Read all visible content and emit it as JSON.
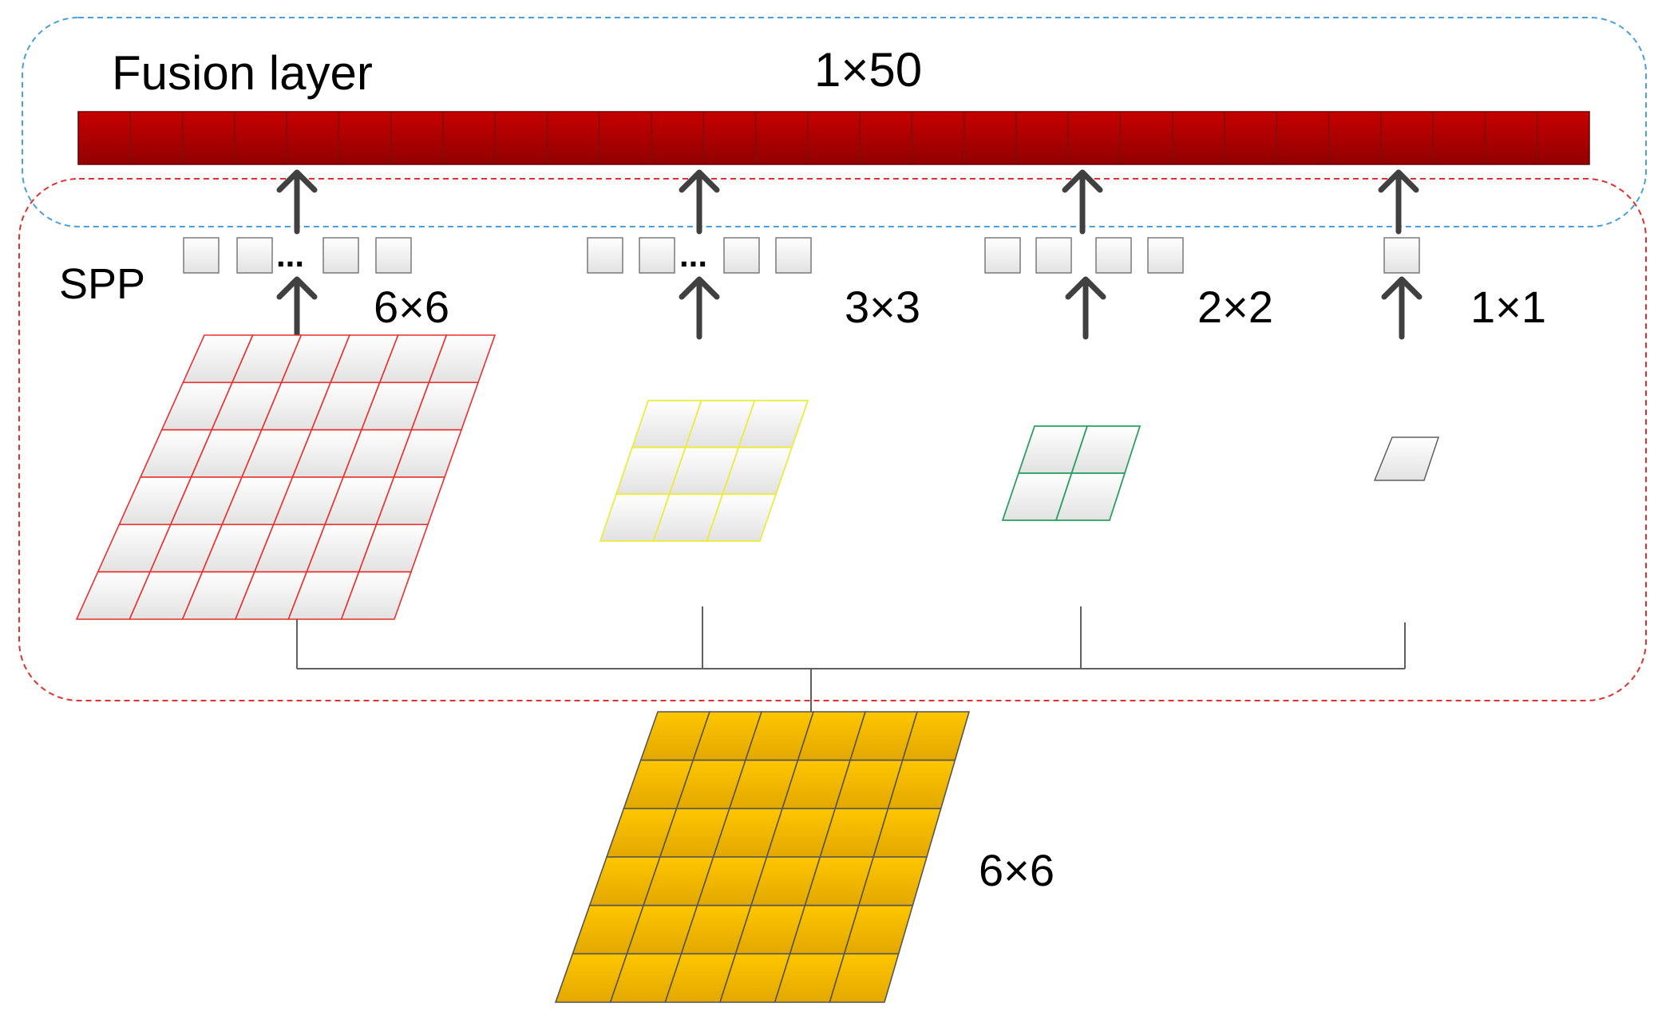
{
  "labels": {
    "fusion_title": "Fusion layer",
    "fusion_size": "1×50",
    "spp_title": "SPP",
    "pool_6": "6×6",
    "pool_3": "3×3",
    "pool_2": "2×2",
    "pool_1": "1×1",
    "input_size": "6×6",
    "ellipsis": "..."
  },
  "fusion_layer": {
    "cell_count": 29,
    "color": "#b00000"
  },
  "pooling_levels": [
    {
      "name": "6x6",
      "grid": 6,
      "color": "#e83030",
      "fill": "#f0f0f0",
      "outputs": 4,
      "has_ellipsis": true
    },
    {
      "name": "3x3",
      "grid": 3,
      "color": "#ecec40",
      "fill": "#f0f0f0",
      "outputs": 4,
      "has_ellipsis": true
    },
    {
      "name": "2x2",
      "grid": 2,
      "color": "#2aa060",
      "fill": "#f0f0f0",
      "outputs": 4,
      "has_ellipsis": false
    },
    {
      "name": "1x1",
      "grid": 1,
      "color": "#606060",
      "fill": "#f0f0f0",
      "outputs": 1,
      "has_ellipsis": false
    }
  ],
  "input_map": {
    "grid": 6,
    "color": "#f3b400",
    "line_color": "#555555"
  },
  "colors": {
    "fusion_border": "#4aa0d8",
    "spp_border": "#e03030",
    "arrow": "#404040",
    "connector": "#606060"
  }
}
